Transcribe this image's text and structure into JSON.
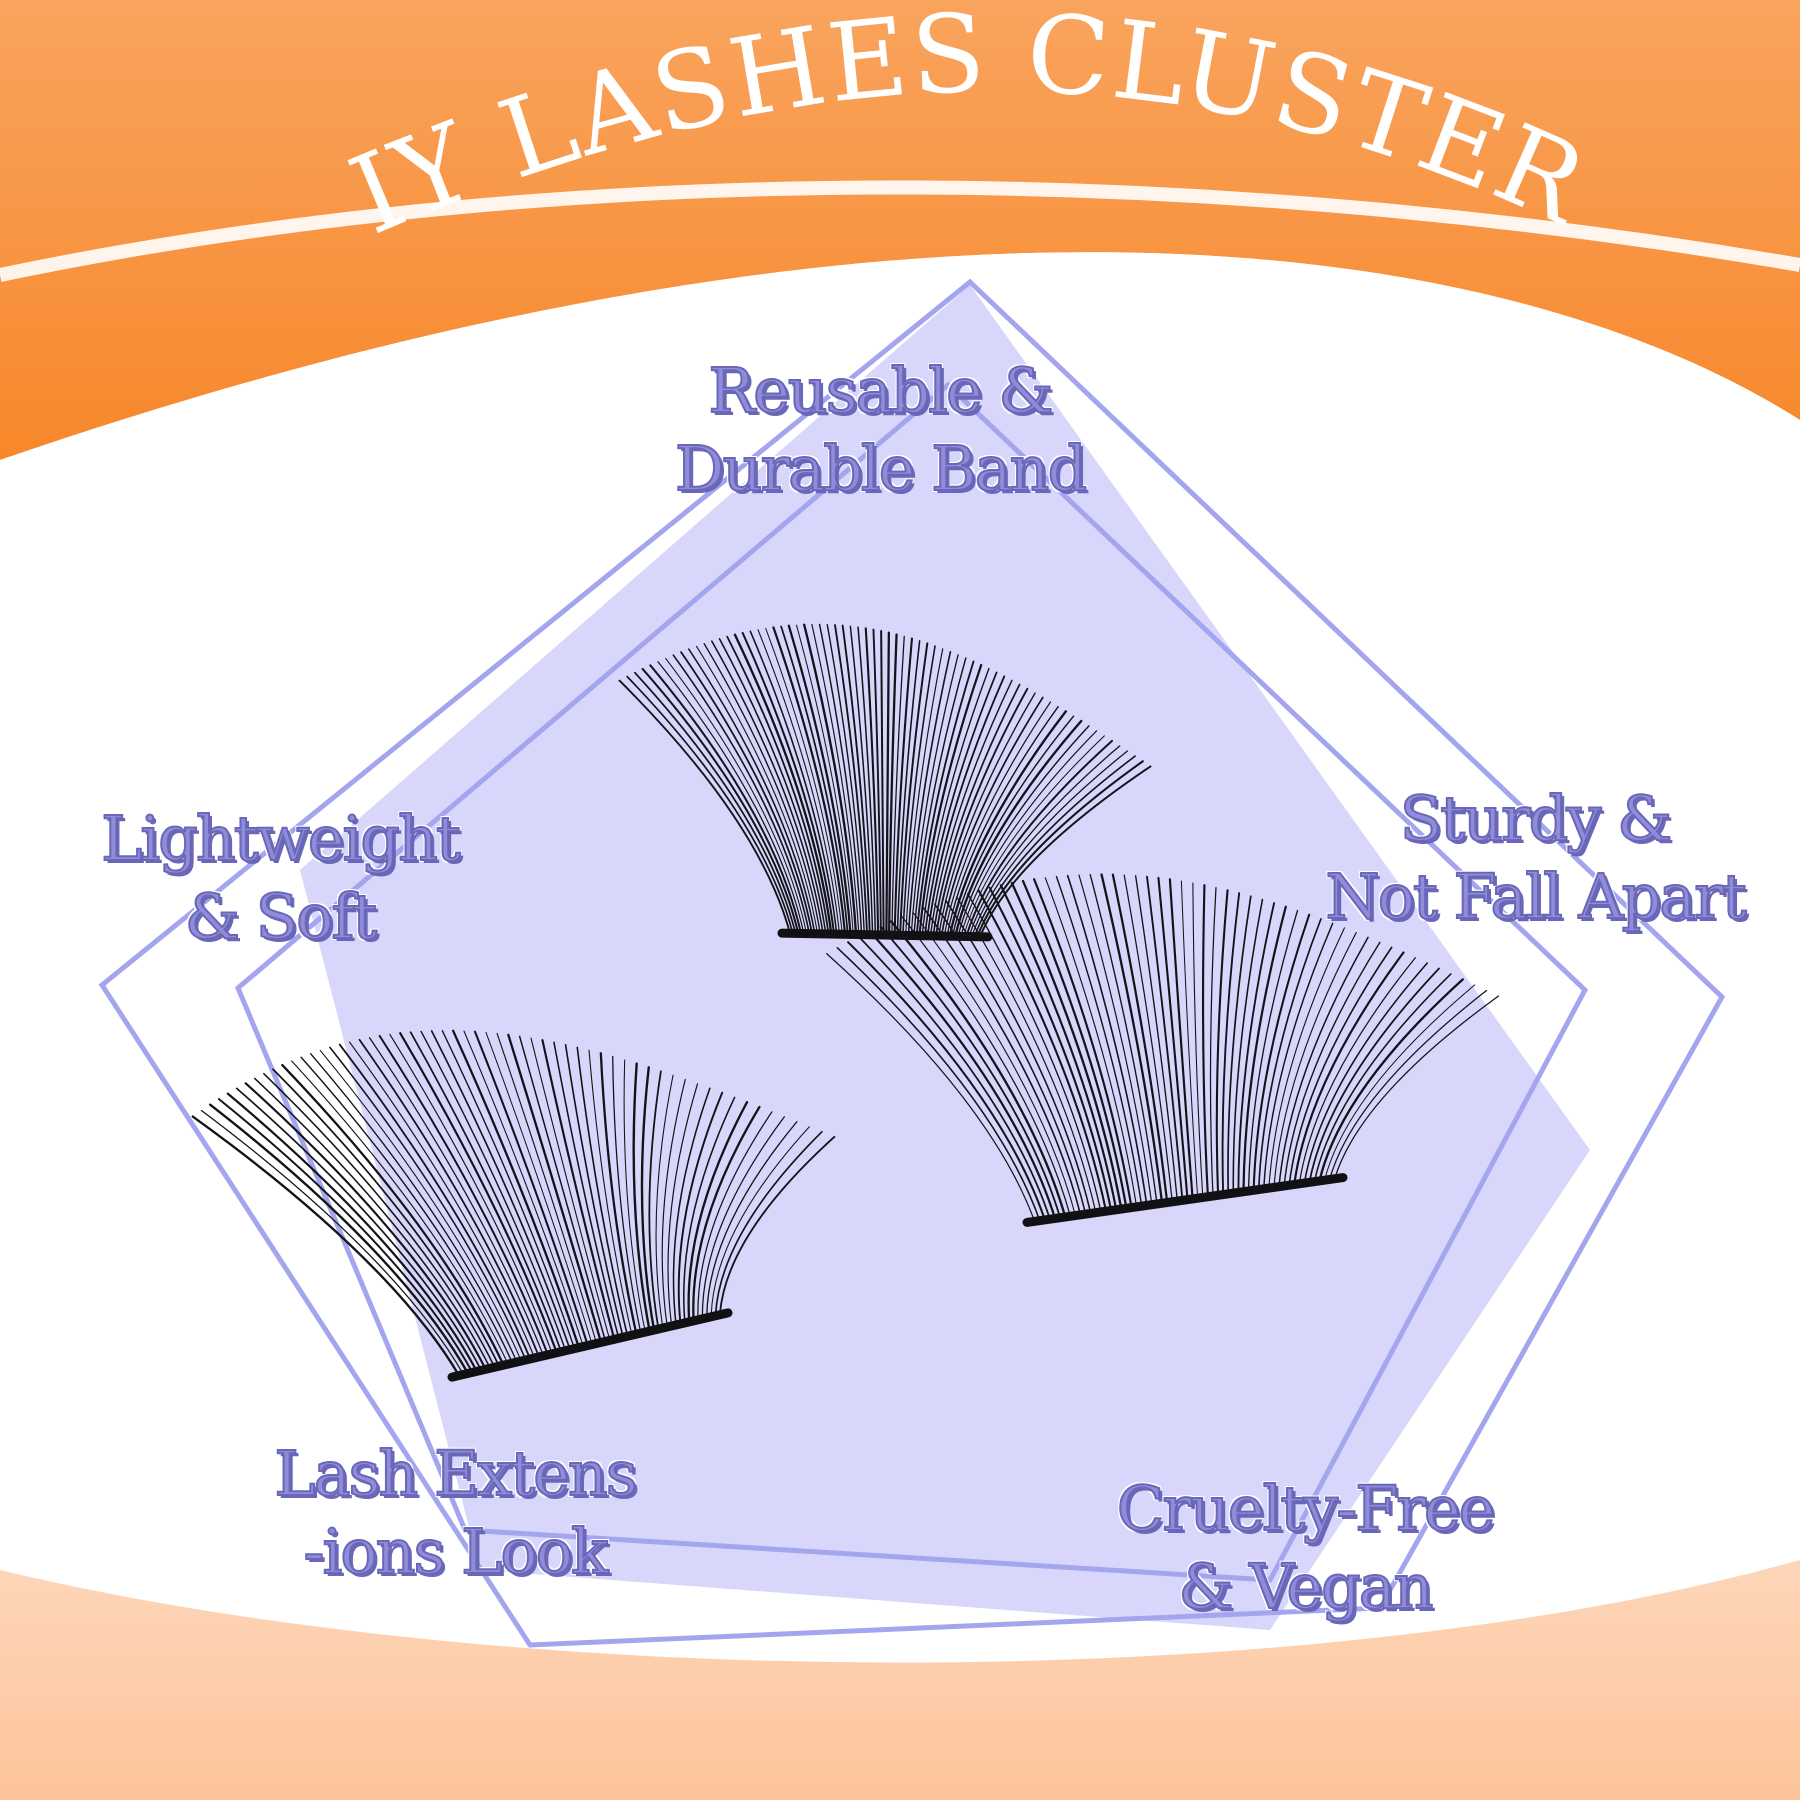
{
  "title": "DIY LASHES CLUSTERS",
  "features": {
    "top": [
      "Reusable &",
      "Durable Band"
    ],
    "left": [
      "Lightweight",
      "& Soft"
    ],
    "right": [
      "Sturdy &",
      "Not Fall Apart"
    ],
    "bottom_left": [
      "Lash Extens",
      "-ions Look"
    ],
    "bottom_right": [
      "Cruelty-Free",
      "& Vegan"
    ]
  },
  "colors": {
    "orange_dark": "#f7872a",
    "orange_light": "#f9a45e",
    "peach": "#fdc9a3",
    "lavender_fill": "#d6d5fb",
    "lavender_stroke": "#a3a6ee",
    "text": "#8f8cd9"
  }
}
